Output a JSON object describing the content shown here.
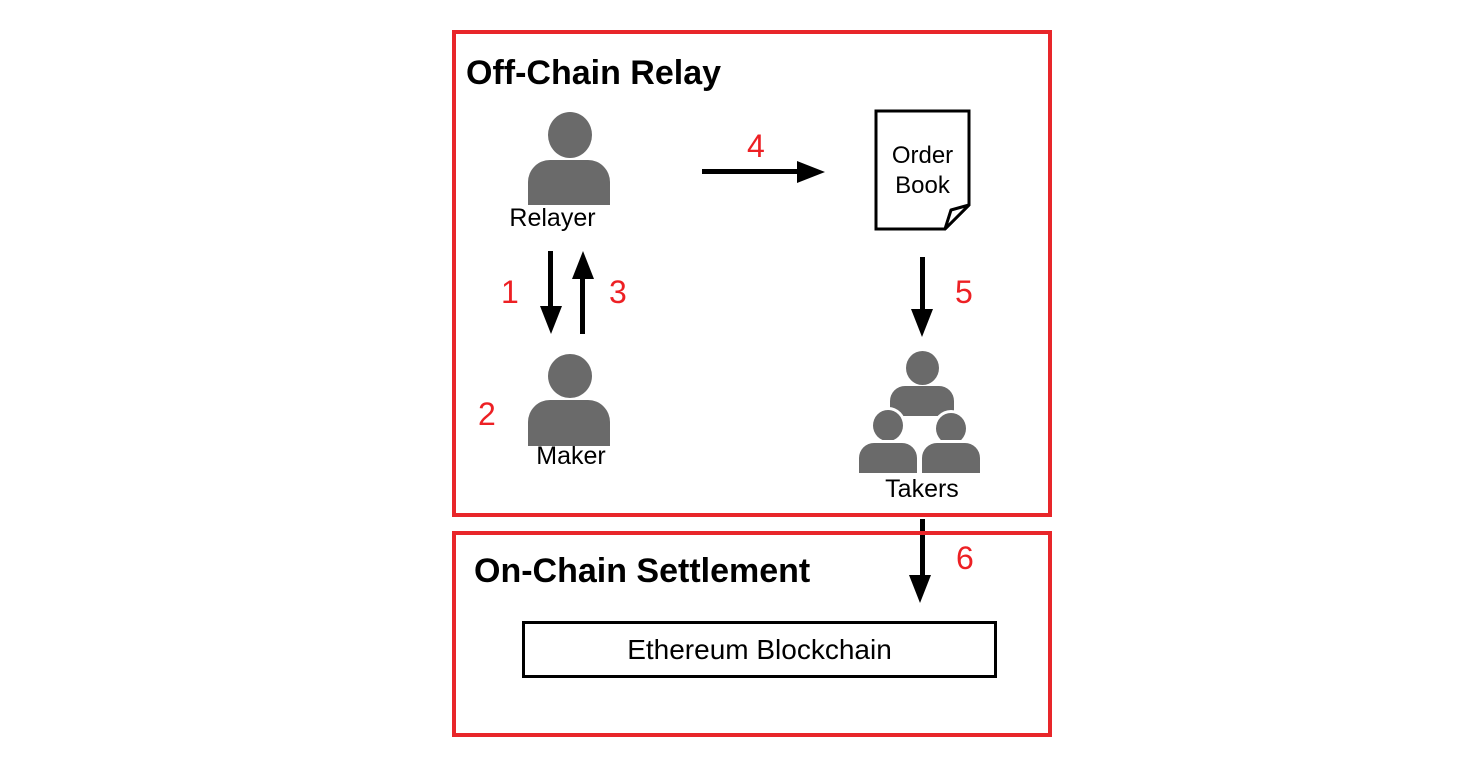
{
  "off_chain": {
    "title": "Off-Chain Relay",
    "relayer_label": "Relayer",
    "maker_label": "Maker",
    "takers_label": "Takers",
    "order_book": {
      "line1": "Order",
      "line2": "Book"
    }
  },
  "on_chain": {
    "title": "On-Chain Settlement",
    "ethereum_label": "Ethereum Blockchain"
  },
  "steps": {
    "1": "1",
    "2": "2",
    "3": "3",
    "4": "4",
    "5": "5",
    "6": "6"
  },
  "colors": {
    "section_border_red": "#e8262a",
    "step_number_red": "#ed2024",
    "person_icon_gray": "#6a6a6a",
    "arrow_black": "#000000"
  }
}
